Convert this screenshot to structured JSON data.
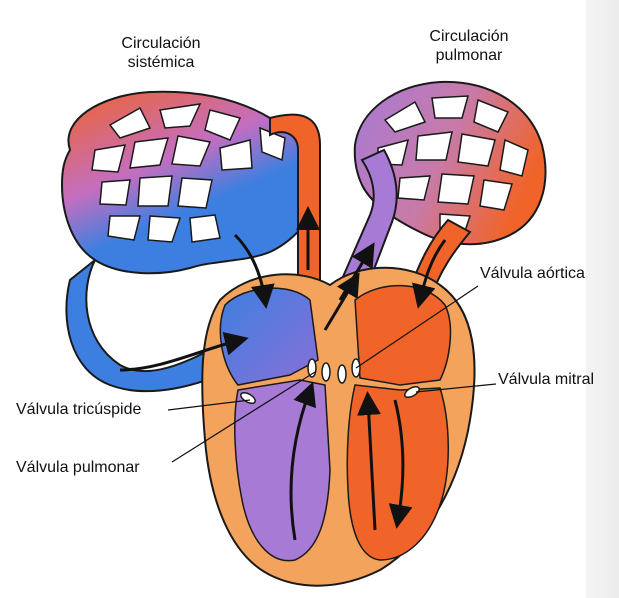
{
  "labels": {
    "circulacion_sistemica_line1": "Circulación",
    "circulacion_sistemica_line2": "sistémica",
    "circulacion_pulmonar_line1": "Circulación",
    "circulacion_pulmonar_line2": "pulmonar",
    "valvula_aortica": "Válvula aórtica",
    "valvula_mitral": "Válvula mitral",
    "valvula_tricuspide": "Válvula tricúspide",
    "valvula_pulmonar": "Válvula pulmonar"
  },
  "colors": {
    "oxygenated": "#f0642a",
    "deoxygenated": "#3d7fe0",
    "pulmonary_artery": "#a77ad6",
    "heart_wall": "#f4a35c",
    "outline": "#1a1a1a"
  }
}
